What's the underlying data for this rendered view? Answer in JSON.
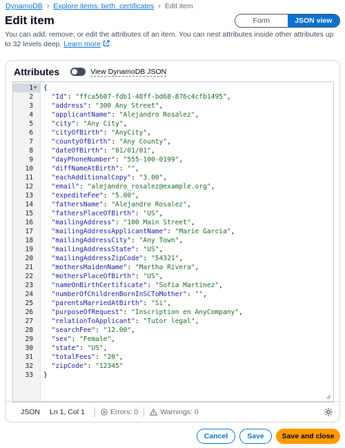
{
  "breadcrumb": {
    "items": [
      {
        "label": "DynamoDB"
      },
      {
        "label": "Explore items: birth_certificates"
      },
      {
        "label": "Edit item"
      }
    ]
  },
  "page": {
    "title": "Edit item",
    "view_toggle": {
      "options": [
        "Form",
        "JSON view"
      ],
      "selected": "JSON view"
    },
    "description": "You can add, remove, or edit the attributes of an item. You can nest attributes inside other attributes up to 32 levels deep.",
    "learn_more": "Learn more"
  },
  "attributes": {
    "title": "Attributes",
    "dynamodb_json_toggle": {
      "label": "View DynamoDB JSON",
      "checked": false
    }
  },
  "editor": {
    "active_line": 1,
    "lines": [
      {
        "n": "1",
        "text": "{"
      },
      {
        "n": "2",
        "key": "\"Id\"",
        "value": "\"ffca5607-fdb1-48ff-bd68-876c4cfb1495\""
      },
      {
        "n": "3",
        "key": "\"address\"",
        "value": "\"300 Any Street\""
      },
      {
        "n": "4",
        "key": "\"applicantName\"",
        "value": "\"Alejandro Rosalez\""
      },
      {
        "n": "5",
        "key": "\"city\"",
        "value": "\"Any City\""
      },
      {
        "n": "6",
        "key": "\"cityOfBirth\"",
        "value": "\"AnyCity\""
      },
      {
        "n": "7",
        "key": "\"countyOfBirth\"",
        "value": "\"Any County\""
      },
      {
        "n": "8",
        "key": "\"dateOfBirth\"",
        "value": "\"01/01/01\""
      },
      {
        "n": "9",
        "key": "\"dayPhoneNumber\"",
        "value": "\"555-100-0199\""
      },
      {
        "n": "10",
        "key": "\"diffNameAtBirth\"",
        "value": "\"\""
      },
      {
        "n": "11",
        "key": "\"eachAdditionalCopy\"",
        "value": "\"3.00\""
      },
      {
        "n": "12",
        "key": "\"email\"",
        "value": "\"alejandro_rosalez@example.org\""
      },
      {
        "n": "13",
        "key": "\"expediteFee\"",
        "value": "\"5.00\""
      },
      {
        "n": "14",
        "key": "\"fathersName\"",
        "value": "\"Alejandro Rosalez\""
      },
      {
        "n": "15",
        "key": "\"fathersPlaceOfBirth\"",
        "value": "\"US\""
      },
      {
        "n": "16",
        "key": "\"mailingAddress\"",
        "value": "\"100 Main Street\""
      },
      {
        "n": "17",
        "key": "\"mailingAddressApplicantName\"",
        "value": "\"Marie Garcia\""
      },
      {
        "n": "18",
        "key": "\"mailingAddressCity\"",
        "value": "\"Any Town\""
      },
      {
        "n": "19",
        "key": "\"mailingAddressState\"",
        "value": "\"US\""
      },
      {
        "n": "20",
        "key": "\"mailingAddressZipCode\"",
        "value": "\"54321\""
      },
      {
        "n": "21",
        "key": "\"mothersMaidenName\"",
        "value": "\"Martha Rivera\""
      },
      {
        "n": "22",
        "key": "\"mothersPlaceOfBirth\"",
        "value": "\"US\""
      },
      {
        "n": "23",
        "key": "\"nameOnBirthCertificate\"",
        "value": "\"Sofia Martinez\""
      },
      {
        "n": "24",
        "key": "\"numberOfChildrenBornInSCToMother\"",
        "value": "\"\""
      },
      {
        "n": "25",
        "key": "\"parentsMarriedAtBirth\"",
        "value": "\"Si\""
      },
      {
        "n": "26",
        "key": "\"purposeOfRequest\"",
        "value": "\"Inscription en AnyCompany\""
      },
      {
        "n": "27",
        "key": "\"relationToApplicant\"",
        "value": "\"Tutor legal\""
      },
      {
        "n": "28",
        "key": "\"searchFee\"",
        "value": "\"12.00\""
      },
      {
        "n": "29",
        "key": "\"sex\"",
        "value": "\"Female\""
      },
      {
        "n": "30",
        "key": "\"state\"",
        "value": "\"US\""
      },
      {
        "n": "31",
        "key": "\"totalFees\"",
        "value": "\"20\""
      },
      {
        "n": "32",
        "key": "\"zipCode\"",
        "value": "\"12345\"",
        "last": true
      },
      {
        "n": "33",
        "text": "}"
      }
    ]
  },
  "statusbar": {
    "language": "JSON",
    "position": "Ln 1, Col 1",
    "errors": "Errors: 0",
    "warnings": "Warnings: 0"
  },
  "actions": {
    "cancel": "Cancel",
    "save": "Save",
    "save_and_close": "Save and close"
  },
  "colors": {
    "link": "#0972d3",
    "primary_button": "#ff9900",
    "json_key": "#1a1aa6",
    "json_value": "#1a6a24"
  }
}
